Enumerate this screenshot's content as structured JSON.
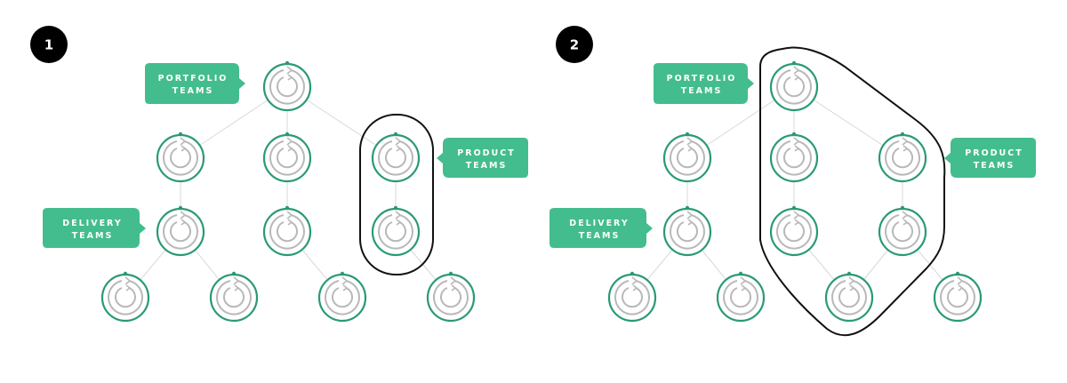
{
  "panels": [
    {
      "number": "1",
      "labels": {
        "portfolio": [
          "PORTFOLIO",
          "TEAMS"
        ],
        "product": [
          "PRODUCT",
          "TEAMS"
        ],
        "delivery": [
          "DELIVERY",
          "TEAMS"
        ]
      }
    },
    {
      "number": "2",
      "labels": {
        "portfolio": [
          "PORTFOLIO",
          "TEAMS"
        ],
        "product": [
          "PRODUCT",
          "TEAMS"
        ],
        "delivery": [
          "DELIVERY",
          "TEAMS"
        ]
      }
    }
  ],
  "colors": {
    "accent": "#43bd8d",
    "ring": "#2a9a73",
    "icon": "#b8b8b8",
    "connector": "#d9d9d9",
    "outline": "#111111",
    "badge": "#000000"
  }
}
